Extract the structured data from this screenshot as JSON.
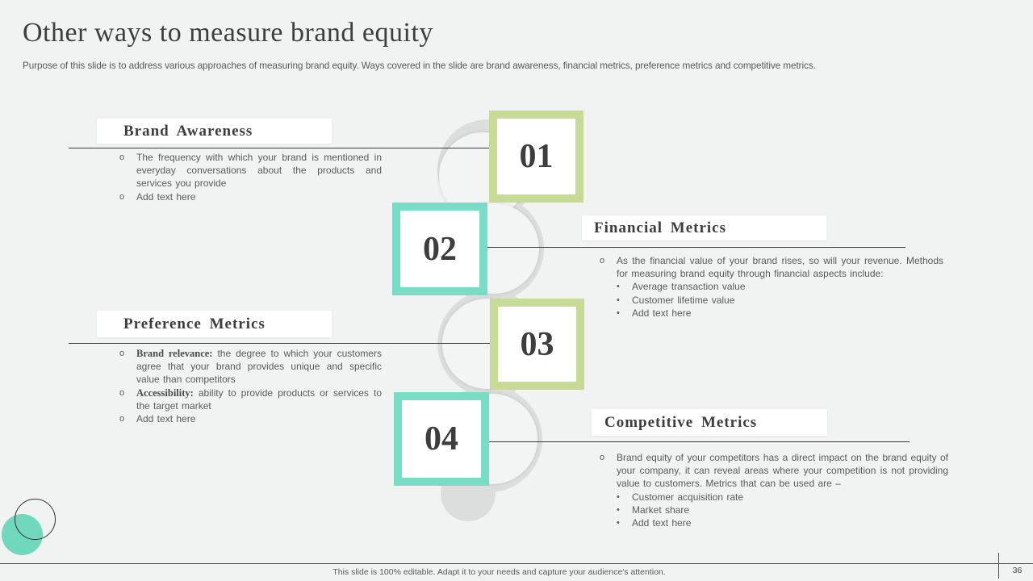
{
  "slide": {
    "title": "Other ways to measure brand equity",
    "subtitle": "Purpose of this slide is to address various approaches of measuring brand equity. Ways covered in the slide are brand awareness, financial metrics, preference metrics and competitive metrics.",
    "footer": "This slide is 100% editable. Adapt it to your needs and capture your audience's attention.",
    "page_number": "36"
  },
  "glyphs": {
    "bullet_o": "o",
    "bullet_dot": "•"
  },
  "colors": {
    "background": "#f1f2f2",
    "accent_green": "#c7db97",
    "accent_teal": "#79dcc4",
    "spine_gray": "#dcdddd",
    "text_dark": "#3d3d3d",
    "text_body": "#5a5a5a"
  },
  "sections": [
    {
      "number": "01",
      "title": "Brand Awareness",
      "bullets": [
        {
          "lead": "",
          "text": "The frequency with which your brand is mentioned in everyday conversations about the products and services you provide"
        },
        {
          "lead": "",
          "text": "Add text here"
        }
      ],
      "sub": []
    },
    {
      "number": "02",
      "title": "Financial Metrics",
      "bullets": [
        {
          "lead": "",
          "text": "As the financial value of your brand rises, so will your revenue. Methods for measuring brand equity through financial aspects include:"
        }
      ],
      "sub": [
        "Average transaction value",
        "Customer lifetime value",
        "Add text here"
      ]
    },
    {
      "number": "03",
      "title": "Preference Metrics",
      "bullets": [
        {
          "lead": "Brand relevance:",
          "text": " the degree to which your customers agree that your brand provides unique and specific value than competitors"
        },
        {
          "lead": "Accessibility:",
          "text": " ability to provide products or services to the target market"
        },
        {
          "lead": "",
          "text": "Add text here"
        }
      ],
      "sub": []
    },
    {
      "number": "04",
      "title": "Competitive Metrics",
      "bullets": [
        {
          "lead": "",
          "text": "Brand equity of your competitors has a direct impact on the brand equity of your company, it can reveal areas where your competition is not providing value to customers. Metrics that can be used are –"
        }
      ],
      "sub": [
        "Customer acquisition rate",
        "Market share",
        "Add text here"
      ]
    }
  ]
}
